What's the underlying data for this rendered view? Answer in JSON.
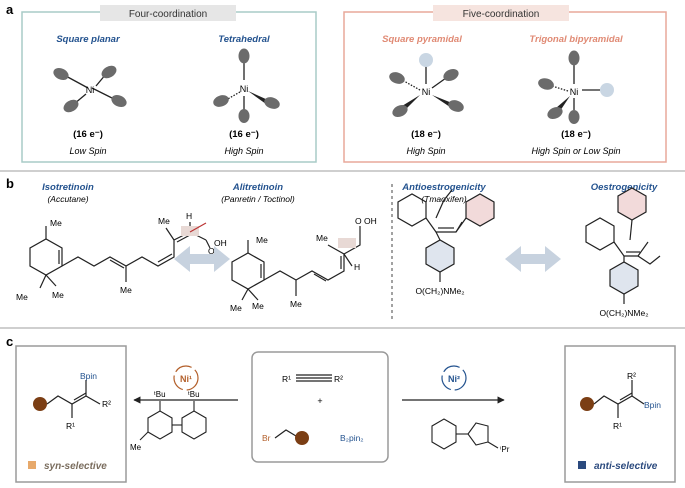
{
  "panels": {
    "a": {
      "letter": "a",
      "four": {
        "title": "Four-coordination",
        "items": [
          {
            "name": "Square planar",
            "atom": "Ni",
            "electrons": "(16 e⁻)",
            "spin": "Low Spin"
          },
          {
            "name": "Tetrahedral",
            "atom": "Ni",
            "electrons": "(16 e⁻)",
            "spin": "High Spin"
          }
        ]
      },
      "five": {
        "title": "Five-coordination",
        "items": [
          {
            "name": "Square pyramidal",
            "atom": "Ni",
            "electrons": "(18 e⁻)",
            "spin": "High Spin"
          },
          {
            "name": "Trigonal bipyramidal",
            "atom": "Ni",
            "electrons": "(18 e⁻)",
            "spin": "High Spin or Low Spin"
          }
        ]
      }
    },
    "b": {
      "letter": "b",
      "compounds": [
        {
          "name": "Isotretinoin",
          "brand": "(Accutane)"
        },
        {
          "name": "Alitretinoin",
          "brand": "(Panretin / Toctinol)"
        },
        {
          "name": "Antioestrogenicity",
          "brand": "(Tmaoxifen)"
        },
        {
          "name": "Oestrogenicity",
          "brand": ""
        }
      ],
      "labels": {
        "me": "Me",
        "o": "O",
        "oh": "OH",
        "h": "H",
        "amine": "O(CH₂)NMe₂"
      }
    },
    "c": {
      "letter": "c",
      "left": {
        "catalyst": "Ni¹",
        "selectivity": "syn-selective",
        "tbu": "ᵗBu",
        "me": "Me",
        "bpin": "Bpin",
        "r1": "R¹",
        "r2": "R²"
      },
      "center": {
        "alkyne_r1": "R¹",
        "alkyne_r2": "R²",
        "plus": "+",
        "br": "Br",
        "b2pin2": "B₂pin₂"
      },
      "right": {
        "catalyst": "Ni²",
        "selectivity": "anti-selective",
        "ipr": "ⁱPr",
        "bpin": "Bpin",
        "r1": "R¹",
        "r2": "R²"
      }
    }
  },
  "colors": {
    "title_blue": "#24538f",
    "title_salmon": "#e08a74",
    "box_teal": "#a9cbc7",
    "box_salmon": "#e8a89a",
    "ligand_grey": "#666666",
    "ligand_light": "#c9d6e3",
    "substrate_brown": "#7b3e14",
    "syn_square": "#e7a96b",
    "anti_square": "#2b4a7e",
    "arrow_grey": "#c7d2df"
  }
}
